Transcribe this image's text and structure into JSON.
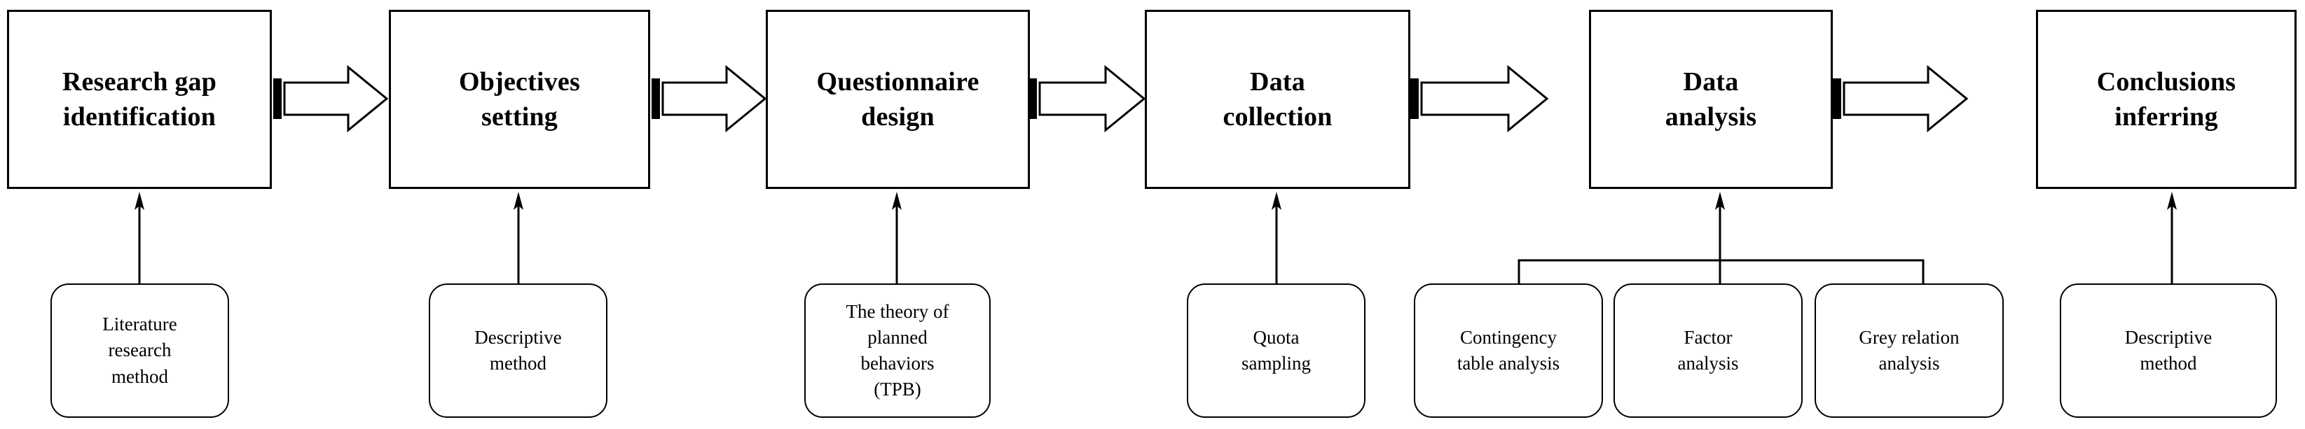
{
  "diagram": {
    "title": "Research process flowchart",
    "orientation": "left-to-right",
    "colors": {
      "stroke": "#000000",
      "fill": "#ffffff",
      "text": "#000000"
    },
    "stages": [
      {
        "id": "research-gap-identification",
        "label": "Research gap\nidentification",
        "line1": "Research gap",
        "line2": "identification"
      },
      {
        "id": "objectives-setting",
        "label": "Objectives\nsetting",
        "line1": "Objectives",
        "line2": "setting"
      },
      {
        "id": "questionnaire-design",
        "label": "Questionnaire\ndesign",
        "line1": "Questionnaire",
        "line2": "design"
      },
      {
        "id": "data-collection",
        "label": "Data\ncollection",
        "line1": "Data",
        "line2": "collection"
      },
      {
        "id": "data-analysis",
        "label": "Data\nanalysis",
        "line1": "Data",
        "line2": "analysis"
      },
      {
        "id": "conclusions-inferring",
        "label": "Conclusions\ninferring",
        "line1": "Conclusions",
        "line2": "inferring"
      }
    ],
    "methods": [
      {
        "id": "literature-research-method",
        "label": "Literature research method",
        "lines": [
          "Literature",
          "research",
          "method"
        ],
        "parent": "research-gap-identification"
      },
      {
        "id": "descriptive-method-objectives",
        "label": "Descriptive method",
        "lines": [
          "Descriptive",
          "method"
        ],
        "parent": "objectives-setting"
      },
      {
        "id": "theory-of-planned-behaviors",
        "label": "The theory of planned behaviors (TPB)",
        "lines": [
          "The theory of",
          "planned",
          "behaviors",
          "(TPB)"
        ],
        "parent": "questionnaire-design"
      },
      {
        "id": "quota-sampling",
        "label": "Quota sampling",
        "lines": [
          "Quota",
          "sampling"
        ],
        "parent": "data-collection"
      },
      {
        "id": "contingency-table-analysis",
        "label": "Contingency table analysis",
        "lines": [
          "Contingency",
          "table analysis"
        ],
        "parent": "data-analysis"
      },
      {
        "id": "factor-analysis",
        "label": "Factor analysis",
        "lines": [
          "Factor",
          "analysis"
        ],
        "parent": "data-analysis"
      },
      {
        "id": "grey-relation-analysis",
        "label": "Grey relation analysis",
        "lines": [
          "Grey relation",
          "analysis"
        ],
        "parent": "data-analysis"
      },
      {
        "id": "descriptive-method-conclusions",
        "label": "Descriptive method",
        "lines": [
          "Descriptive",
          "method"
        ],
        "parent": "conclusions-inferring"
      }
    ],
    "connectors": {
      "block_arrows": 5,
      "vertical_arrows": 6,
      "bracket_groups": 1,
      "bracket_children": [
        "contingency-table-analysis",
        "factor-analysis",
        "grey-relation-analysis"
      ]
    }
  }
}
